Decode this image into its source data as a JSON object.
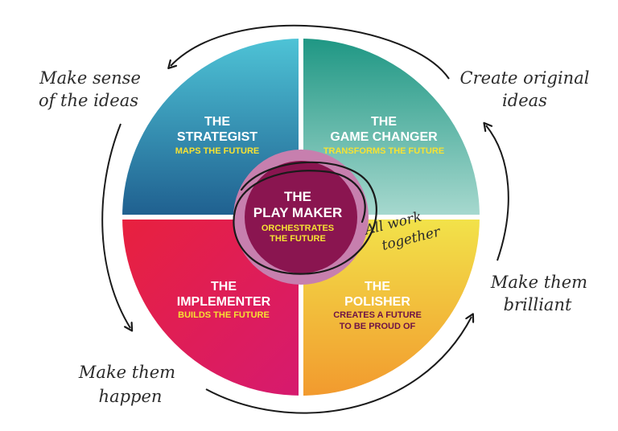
{
  "quadrants": {
    "strategist": {
      "title_line1": "THE",
      "title_line2": "STRATEGIST",
      "subtitle": "MAPS THE FUTURE",
      "subtitle_color": "#f6e233"
    },
    "game_changer": {
      "title_line1": "THE",
      "title_line2": "GAME CHANGER",
      "subtitle": "TRANSFORMS THE FUTURE",
      "subtitle_color": "#f6e233"
    },
    "implementer": {
      "title_line1": "THE",
      "title_line2": "IMPLEMENTER",
      "subtitle": "BUILDS THE FUTURE",
      "subtitle_color": "#f6e233"
    },
    "polisher": {
      "title_line1": "THE",
      "title_line2": "POLISHER",
      "subtitle_line1": "CREATES A FUTURE",
      "subtitle_line2": "TO BE PROUD OF",
      "subtitle_color": "#6d1246"
    }
  },
  "center": {
    "title_line1": "THE",
    "title_line2": "PLAY MAKER",
    "subtitle_line1": "ORCHESTRATES",
    "subtitle_line2": "THE FUTURE",
    "subtitle_color": "#f6e233"
  },
  "annotations": {
    "top_left_line1": "Make sense",
    "top_left_line2": "of the ideas",
    "top_right_line1": "Create original",
    "top_right_line2": "ideas",
    "bottom_right_line1": "Make them",
    "bottom_right_line2": "brilliant",
    "bottom_left_line1": "Make them",
    "bottom_left_line2": "happen",
    "center_note_line1": "All work",
    "center_note_line2": "together"
  },
  "colors": {
    "strategist_top": "#4ec3d6",
    "strategist_bottom": "#1f5f8f",
    "game_changer_top": "#1f9784",
    "game_changer_bottom": "#a8d9cf",
    "implementer_top": "#e8213e",
    "implementer_bottom": "#d61a6f",
    "polisher_top": "#f2e34a",
    "polisher_bottom": "#f29a2e",
    "center_fill": "#8a1550",
    "center_ring": "#c77fae"
  }
}
